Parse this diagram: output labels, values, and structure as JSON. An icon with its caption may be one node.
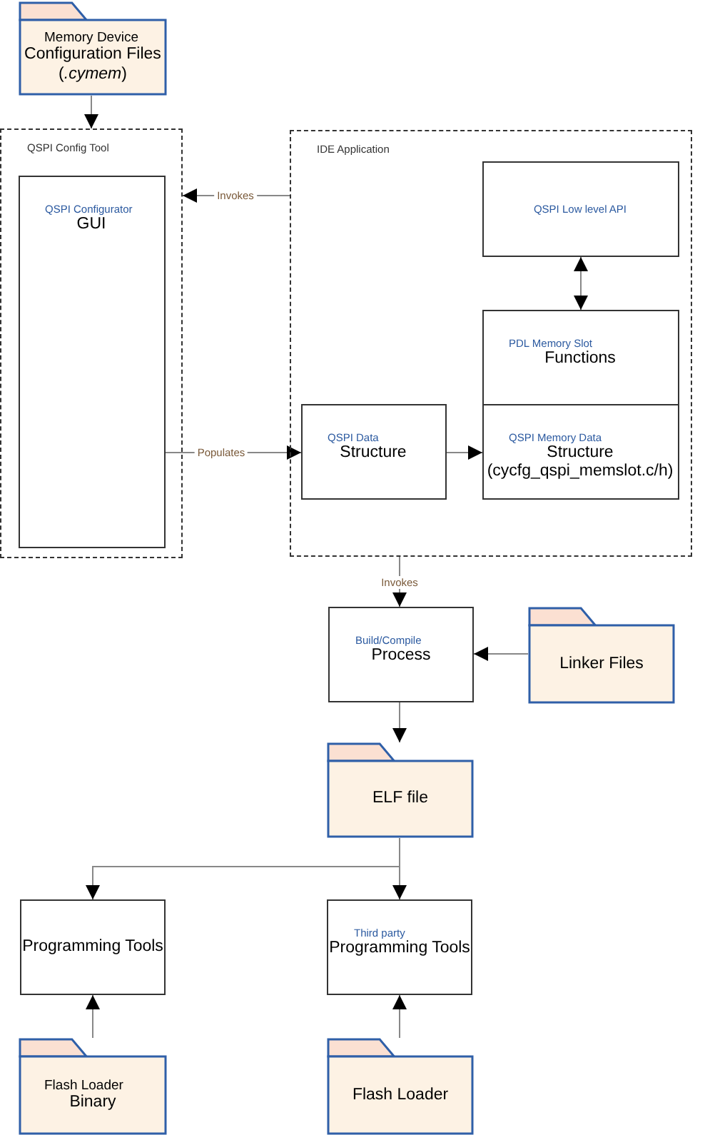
{
  "diagram": {
    "nodes": [
      {
        "text": [
          "Memory Device",
          "Configuration Files (*.cymem*)"
        ]
      },
      {
        "text": [
          "QSPI Config Tool"
        ]
      },
      {
        "text": [
          "QSPI Configurator",
          "GUI"
        ],
        "in": 1
      },
      {
        "text": [
          "IDE Application"
        ]
      },
      {
        "text": [
          "QSPI Low level API"
        ],
        "in": 3
      },
      {
        "text": [
          "PDL Memory Slot",
          "Functions"
        ],
        "in": 3
      },
      {
        "text": [
          "QSPI Memory Data",
          "Structure (cycfg_qspi_memslot.c/h)"
        ],
        "in": 3
      },
      {
        "text": [
          "QSPI Data",
          "Structure"
        ],
        "in": 3
      },
      {
        "text": [
          "Build/Compile",
          "Process"
        ]
      },
      {
        "text": [
          "Linker Files"
        ]
      },
      {
        "text": [
          "ELF file"
        ]
      },
      {
        "text": [
          "Programming Tools"
        ]
      },
      {
        "text": [
          "Third party",
          "Programming Tools"
        ]
      },
      {
        "text": [
          "Flash Loader",
          "Binary"
        ]
      },
      {
        "text": [
          "Flash Loader"
        ]
      }
    ],
    "edges": [
      {
        "from": 0,
        "to": 1,
        "arrow": "to"
      },
      {
        "from": 3,
        "to": 1,
        "label": "Invokes",
        "arrow": "to"
      },
      {
        "from": 2,
        "to": 7,
        "label": "Populates",
        "arrow": "to"
      },
      {
        "from": 7,
        "to": 6,
        "arrow": "to"
      },
      {
        "from": 4,
        "to": 5,
        "arrow": "both"
      },
      {
        "from": 3,
        "to": 8,
        "label": "Invokes",
        "arrow": "to"
      },
      {
        "from": 9,
        "to": 8,
        "arrow": "to"
      },
      {
        "from": 8,
        "to": 10,
        "arrow": "to"
      },
      {
        "from": 10,
        "to": 11,
        "arrow": "to"
      },
      {
        "from": 10,
        "to": 12,
        "arrow": "to"
      },
      {
        "from": 13,
        "to": 11,
        "arrow": "to"
      },
      {
        "from": 14,
        "to": 12,
        "arrow": "to"
      }
    ]
  }
}
